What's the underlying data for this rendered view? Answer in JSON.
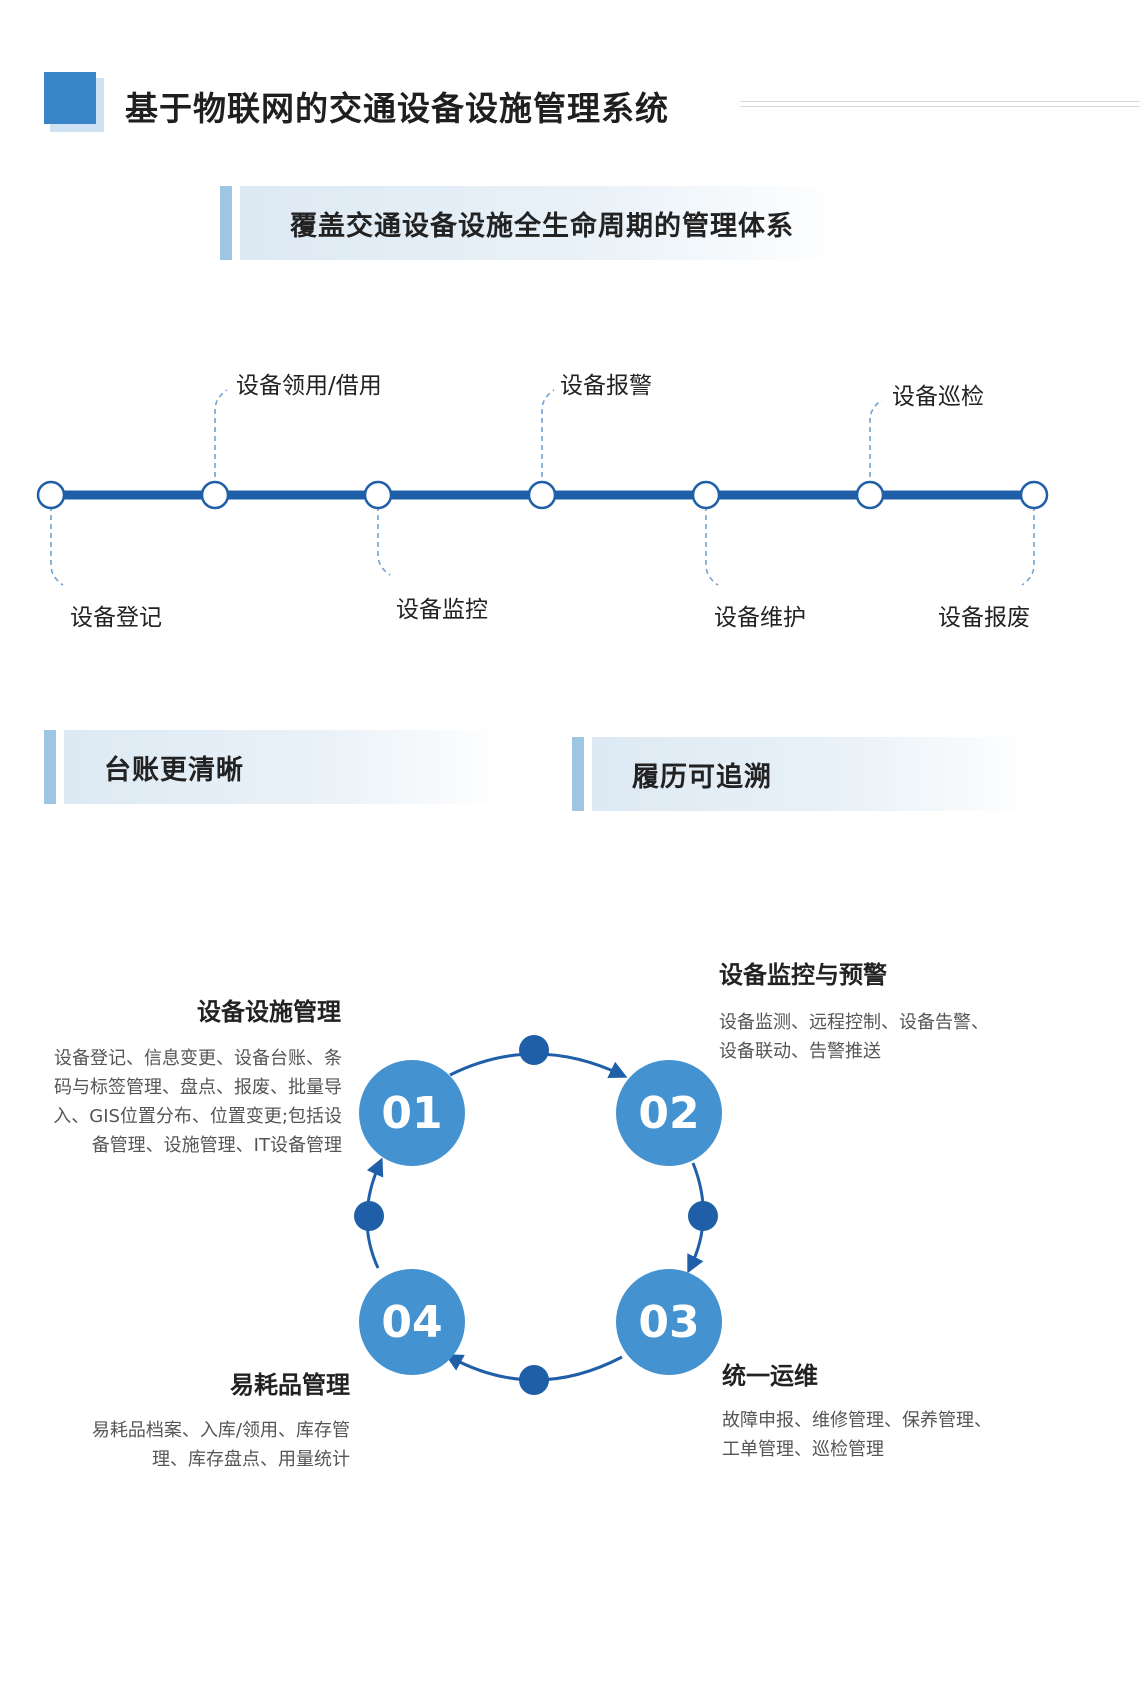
{
  "header": {
    "title": "基于物联网的交通设备设施管理系统"
  },
  "banners": {
    "lifecycle": "覆盖交通设备设施全生命周期的管理体系",
    "ledger": "台账更清晰",
    "trace": "履历可追溯"
  },
  "timeline": {
    "above": [
      "设备领用/借用",
      "设备报警",
      "设备巡检"
    ],
    "below": [
      "设备登记",
      "设备监控",
      "设备维护",
      "设备报废"
    ]
  },
  "cycle": {
    "badges": [
      "01",
      "02",
      "03",
      "04"
    ],
    "items": [
      {
        "title": "设备设施管理",
        "desc": [
          "设备登记、信息变更、设备台账、条",
          "码与标签管理、盘点、报废、批量导",
          "入、GIS位置分布、位置变更;包括设",
          "备管理、设施管理、IT设备管理"
        ]
      },
      {
        "title": "设备监控与预警",
        "desc": [
          "设备监测、远程控制、设备告警、",
          "设备联动、告警推送"
        ]
      },
      {
        "title": "统一运维",
        "desc": [
          "故障申报、维修管理、保养管理、",
          "工单管理、巡检管理"
        ]
      },
      {
        "title": "易耗品管理",
        "desc": [
          "易耗品档案、入库/领用、库存管",
          "理、库存盘点、用量统计"
        ]
      }
    ]
  },
  "colors": {
    "accent": "#1f5fa8",
    "badge": "#4592d0",
    "banner_bar": "#9ec6e2"
  }
}
